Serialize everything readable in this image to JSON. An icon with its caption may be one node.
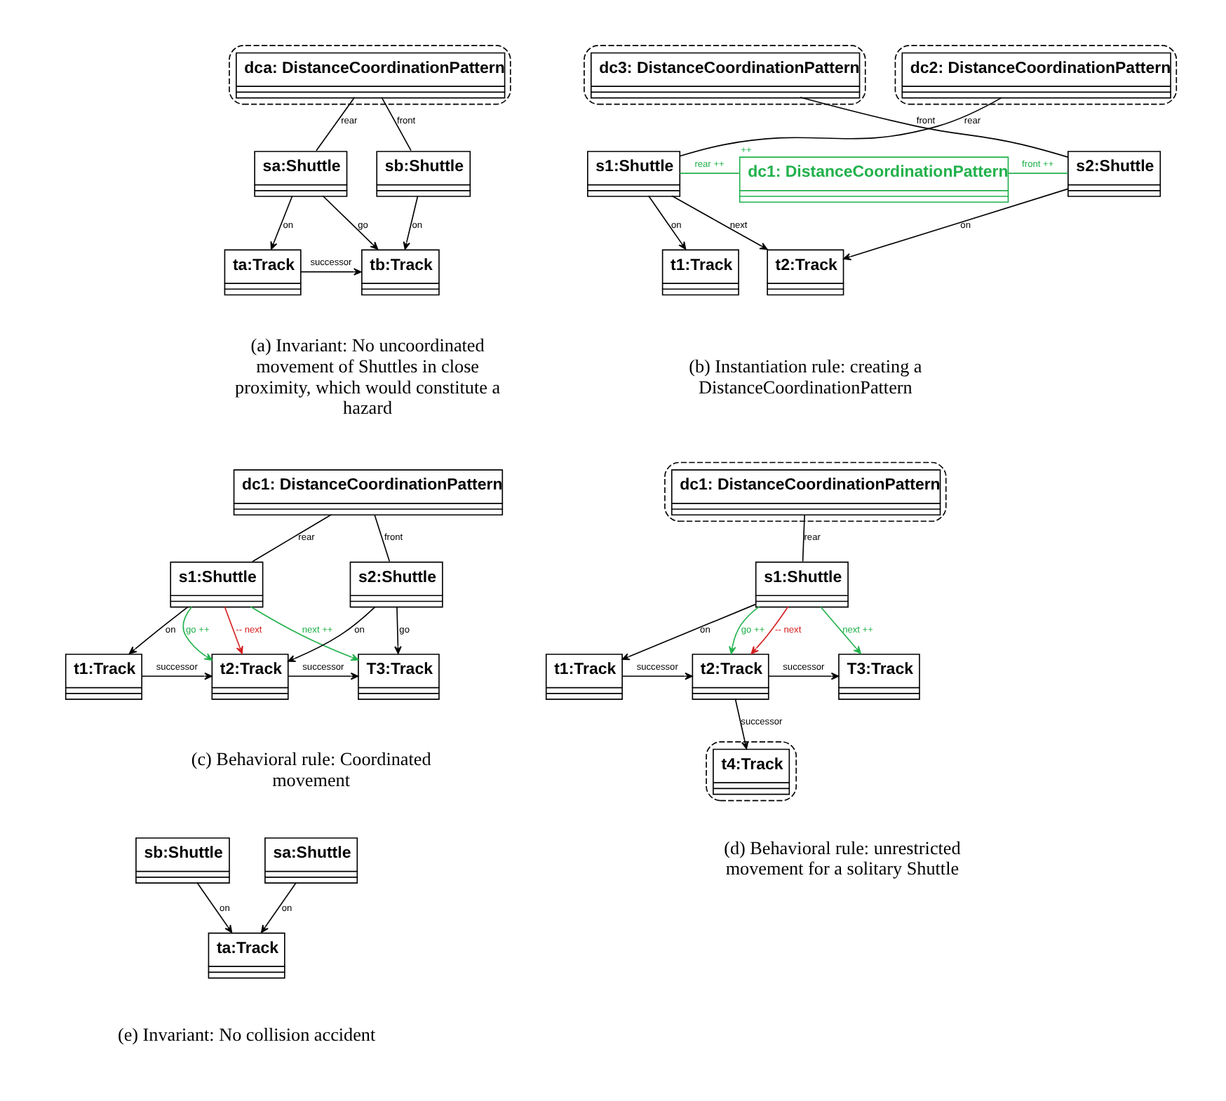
{
  "diagram": {
    "nodes": [
      {
        "text": [],
        "shape": "box"
      },
      {
        "text": [
          "dca: DistanceCoordinationPattern"
        ],
        "in": 0
      },
      {
        "text": [
          "sa:Shuttle"
        ]
      },
      {
        "text": [
          "sb:Shuttle"
        ]
      },
      {
        "text": [
          "ta:Track"
        ]
      },
      {
        "text": [
          "tb:Track"
        ]
      },
      {
        "text": [],
        "shape": "box"
      },
      {
        "text": [
          "dc2: DistanceCoordinationPattern"
        ],
        "in": 6
      },
      {
        "text": [],
        "shape": "box"
      },
      {
        "text": [
          "dc3: DistanceCoordinationPattern"
        ],
        "in": 8
      },
      {
        "text": [
          "s1:Shuttle"
        ]
      },
      {
        "text": [
          "dc1: DistanceCoordinationPattern"
        ],
        "beside": [
          "++"
        ]
      },
      {
        "text": [
          "s2:Shuttle"
        ]
      },
      {
        "text": [
          "t1:Track"
        ]
      },
      {
        "text": [
          "t2:Track"
        ]
      },
      {
        "text": [
          "dc1: DistanceCoordinationPattern"
        ]
      },
      {
        "text": [
          "s1:Shuttle"
        ]
      },
      {
        "text": [
          "s2:Shuttle"
        ]
      },
      {
        "text": [
          "t1:Track"
        ]
      },
      {
        "text": [
          "t2:Track"
        ]
      },
      {
        "text": [
          "T3:Track"
        ]
      },
      {
        "text": [],
        "shape": "box"
      },
      {
        "text": [
          "dc1: DistanceCoordinationPattern"
        ],
        "in": 21
      },
      {
        "text": [
          "s1:Shuttle"
        ]
      },
      {
        "text": [
          "t1:Track"
        ]
      },
      {
        "text": [
          "t2:Track"
        ]
      },
      {
        "text": [
          "T3:Track"
        ]
      },
      {
        "text": [],
        "shape": "box"
      },
      {
        "text": [
          "t4:Track"
        ],
        "in": 27
      },
      {
        "text": [
          "sa:Shuttle"
        ]
      },
      {
        "text": [
          "ta:Track"
        ]
      },
      {
        "text": [
          "sb:Shuttle"
        ]
      }
    ],
    "edges": [
      {
        "from": 1,
        "to": 2,
        "arrow": "none",
        "label": "rear"
      },
      {
        "from": 1,
        "to": 3,
        "arrow": "none",
        "label": "front"
      },
      {
        "from": 2,
        "to": 4,
        "arrow": "to",
        "label": "on"
      },
      {
        "from": 2,
        "to": 5,
        "arrow": "to",
        "label": "go"
      },
      {
        "from": 3,
        "to": 5,
        "arrow": "to",
        "label": "on"
      },
      {
        "from": 4,
        "to": 5,
        "arrow": "to",
        "label": "successor"
      },
      {
        "from": 7,
        "to": 10,
        "arrow": "none",
        "label": "rear"
      },
      {
        "from": 9,
        "to": 12,
        "arrow": "none",
        "label": "front"
      },
      {
        "from": 10,
        "to": 11,
        "arrow": "none",
        "label": "rear ++",
        "color": "#22b14c"
      },
      {
        "from": 11,
        "to": 12,
        "arrow": "none",
        "label": "front ++",
        "color": "#22b14c"
      },
      {
        "from": 10,
        "to": 13,
        "arrow": "to",
        "label": "on"
      },
      {
        "from": 12,
        "to": 14,
        "arrow": "to",
        "label": "on"
      },
      {
        "from": 10,
        "to": 14,
        "arrow": "to",
        "label": "next"
      },
      {
        "from": 15,
        "to": 16,
        "arrow": "none",
        "label": "rear"
      },
      {
        "from": 15,
        "to": 17,
        "arrow": "none",
        "label": "front"
      },
      {
        "from": 16,
        "to": 18,
        "arrow": "to",
        "label": "on"
      },
      {
        "from": 17,
        "to": 19,
        "arrow": "to",
        "label": "on"
      },
      {
        "from": 16,
        "to": 20,
        "arrow": "to",
        "label": "next ++",
        "color": "#22b14c"
      },
      {
        "from": 16,
        "to": 19,
        "arrow": "to",
        "label": "go ++",
        "color": "#22b14c"
      },
      {
        "from": 16,
        "to": 19,
        "arrow": "to",
        "label": "-- next",
        "color": "#d42020"
      },
      {
        "from": 17,
        "to": 20,
        "arrow": "to",
        "label": "go"
      },
      {
        "from": 18,
        "to": 19,
        "arrow": "to",
        "label": "successor"
      },
      {
        "from": 19,
        "to": 20,
        "arrow": "to",
        "label": "successor"
      },
      {
        "from": 22,
        "to": 23,
        "arrow": "none",
        "label": "rear"
      },
      {
        "from": 23,
        "to": 24,
        "arrow": "to",
        "label": "on"
      },
      {
        "from": 23,
        "to": 26,
        "arrow": "to",
        "label": "next ++",
        "color": "#22b14c"
      },
      {
        "from": 23,
        "to": 25,
        "arrow": "to",
        "label": "go ++",
        "color": "#22b14c"
      },
      {
        "from": 23,
        "to": 25,
        "arrow": "to",
        "label": "-- next",
        "color": "#d42020"
      },
      {
        "from": 24,
        "to": 25,
        "arrow": "to",
        "label": "successor"
      },
      {
        "from": 25,
        "to": 26,
        "arrow": "to",
        "label": "successor"
      },
      {
        "from": 25,
        "to": 28,
        "arrow": "to",
        "label": "successor"
      },
      {
        "from": 29,
        "to": 30,
        "arrow": "to",
        "label": "on"
      },
      {
        "from": 31,
        "to": 30,
        "arrow": "to",
        "label": "on"
      }
    ],
    "labels": [
      "(a) Invariant: No uncoordinated movement of Shuttles in close proximity, which would constitute a hazard",
      "(b) Instantiation rule: creating a DistanceCoordinationPattern",
      "(c) Behavioral rule: Coordinated movement",
      "(d) Behavioral rule: unrestricted movement for a solitary Shuttle",
      "(e) Invariant: No collision accident"
    ]
  }
}
